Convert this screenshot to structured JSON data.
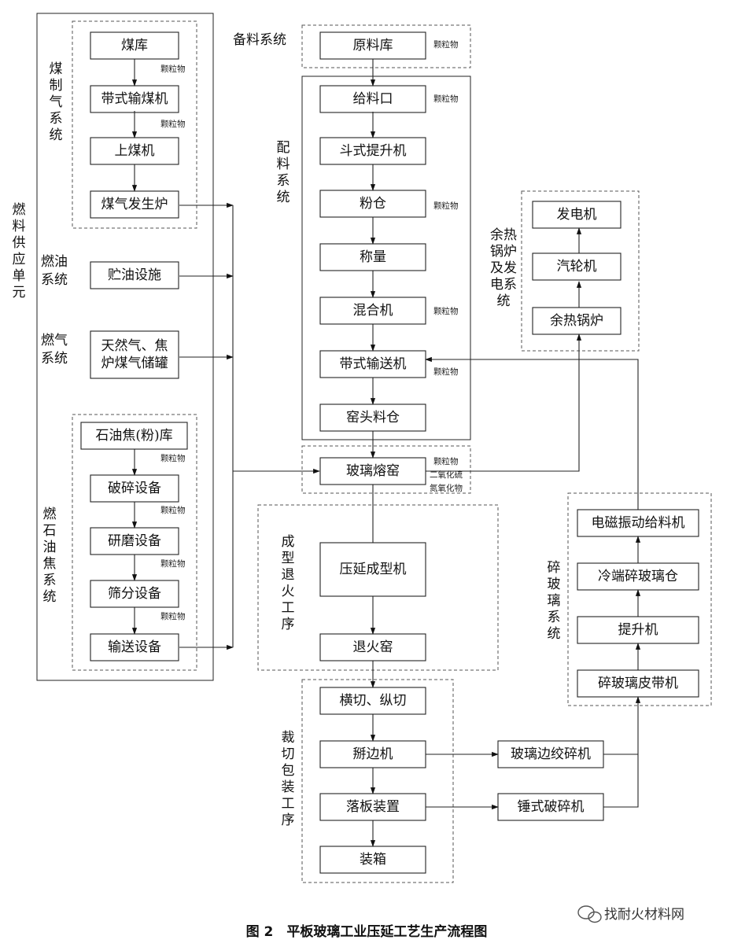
{
  "caption": "图 2　平板玻璃工业压延工艺生产流程图",
  "watermark": "找耐火材料网",
  "systems": {
    "fuel_unit": "燃料供应单元",
    "coal_gas": "煤制气系统",
    "oil": "燃油系统",
    "gas": "燃气系统",
    "petcoke": "燃石油焦系统",
    "prep": "备料系统",
    "batching": "配料系统",
    "forming": "成型退火工序",
    "cutting": "裁切包装工序",
    "waste_heat": "余热锅炉及发电系统",
    "cullet": "碎玻璃系统"
  },
  "boxes": {
    "coal_store": "煤库",
    "coal_belt": "带式输煤机",
    "coal_lift": "上煤机",
    "gasifier": "煤气发生炉",
    "oil_storage": "贮油设施",
    "gas_tank_1": "天然气、焦",
    "gas_tank_2": "炉煤气储罐",
    "petcoke_store": "石油焦(粉)库",
    "crusher": "破碎设备",
    "grinder": "研磨设备",
    "screener": "筛分设备",
    "conveyor": "输送设备",
    "raw_store": "原料库",
    "feed_port": "给料口",
    "bucket_elevator": "斗式提升机",
    "powder_bin": "粉仓",
    "weighing": "称量",
    "mixer": "混合机",
    "belt_conveyor": "带式输送机",
    "kiln_bin": "窑头料仓",
    "furnace": "玻璃熔窑",
    "calender": "压延成型机",
    "annealing": "退火窑",
    "cross_cut": "横切、纵切",
    "edge_breaker": "掰边机",
    "plate_drop": "落板装置",
    "packing": "装箱",
    "edge_crusher": "玻璃边绞碎机",
    "hammer_crusher": "锤式破碎机",
    "cullet_belt": "碎玻璃皮带机",
    "lifter": "提升机",
    "cold_cullet_bin": "冷端碎玻璃仓",
    "vib_feeder": "电磁振动给料机",
    "boiler": "余热锅炉",
    "turbine": "汽轮机",
    "generator": "发电机"
  },
  "notes": {
    "particulate": "颗粒物",
    "so2": "二氧化硫",
    "nox": "氮氧化物"
  }
}
